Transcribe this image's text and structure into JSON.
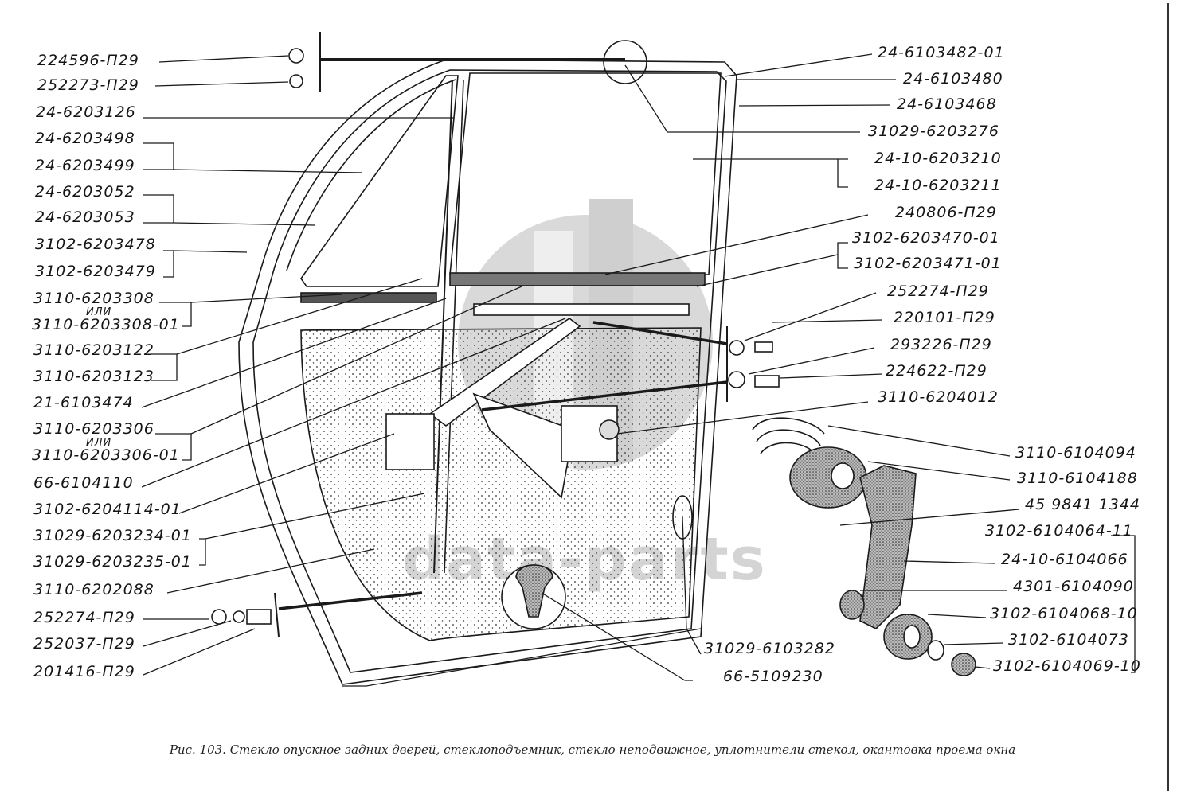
{
  "figure": {
    "caption": "Рис. 103. Стекло опускное задних дверей, стеклоподъемник, стекло неподвижное, уплотнители стекол, окантовка проема окна",
    "watermark": "data-parts",
    "alternative_word": "ИЛИ"
  },
  "labels_left": [
    {
      "id": "l1",
      "text": "224596-П29"
    },
    {
      "id": "l2",
      "text": "252273-П29"
    },
    {
      "id": "l3",
      "text": "24-6203126"
    },
    {
      "id": "l4",
      "text": "24-6203498"
    },
    {
      "id": "l5",
      "text": "24-6203499"
    },
    {
      "id": "l6",
      "text": "24-6203052"
    },
    {
      "id": "l7",
      "text": "24-6203053"
    },
    {
      "id": "l8",
      "text": "3102-6203478"
    },
    {
      "id": "l9",
      "text": "3102-6203479"
    },
    {
      "id": "l10",
      "text": "3110-6203308"
    },
    {
      "id": "l11",
      "text": "3110-6203308-01"
    },
    {
      "id": "l12",
      "text": "3110-6203122"
    },
    {
      "id": "l13",
      "text": "3110-6203123"
    },
    {
      "id": "l14",
      "text": "21-6103474"
    },
    {
      "id": "l15",
      "text": "3110-6203306"
    },
    {
      "id": "l16",
      "text": "3110-6203306-01"
    },
    {
      "id": "l17",
      "text": "66-6104110"
    },
    {
      "id": "l18",
      "text": "3102-6204114-01"
    },
    {
      "id": "l19",
      "text": "31029-6203234-01"
    },
    {
      "id": "l20",
      "text": "31029-6203235-01"
    },
    {
      "id": "l21",
      "text": "3110-6202088"
    },
    {
      "id": "l22",
      "text": "252274-П29"
    },
    {
      "id": "l23",
      "text": "252037-П29"
    },
    {
      "id": "l24",
      "text": "201416-П29"
    }
  ],
  "labels_right": [
    {
      "id": "r1",
      "text": "24-6103482-01"
    },
    {
      "id": "r2",
      "text": "24-6103480"
    },
    {
      "id": "r3",
      "text": "24-6103468"
    },
    {
      "id": "r4",
      "text": "31029-6203276"
    },
    {
      "id": "r5",
      "text": "24-10-6203210"
    },
    {
      "id": "r6",
      "text": "24-10-6203211"
    },
    {
      "id": "r7",
      "text": "240806-П29"
    },
    {
      "id": "r8",
      "text": "3102-6203470-01"
    },
    {
      "id": "r9",
      "text": "3102-6203471-01"
    },
    {
      "id": "r10",
      "text": "252274-П29"
    },
    {
      "id": "r11",
      "text": "220101-П29"
    },
    {
      "id": "r12",
      "text": "293226-П29"
    },
    {
      "id": "r13",
      "text": "224622-П29"
    },
    {
      "id": "r14",
      "text": "3110-6204012"
    },
    {
      "id": "r15",
      "text": "3110-6104094"
    },
    {
      "id": "r16",
      "text": "3110-6104188"
    },
    {
      "id": "r17",
      "text": "45 9841 1344"
    },
    {
      "id": "r18",
      "text": "3102-6104064-11"
    },
    {
      "id": "r19",
      "text": "24-10-6104066"
    },
    {
      "id": "r20",
      "text": "4301-6104090"
    },
    {
      "id": "r21",
      "text": "3102-6104068-10"
    },
    {
      "id": "r22",
      "text": "3102-6104073"
    },
    {
      "id": "r23",
      "text": "3102-6104069-10"
    }
  ],
  "labels_bottom": [
    {
      "id": "b1",
      "text": "31029-6103282"
    },
    {
      "id": "b2",
      "text": "66-5109230"
    }
  ]
}
